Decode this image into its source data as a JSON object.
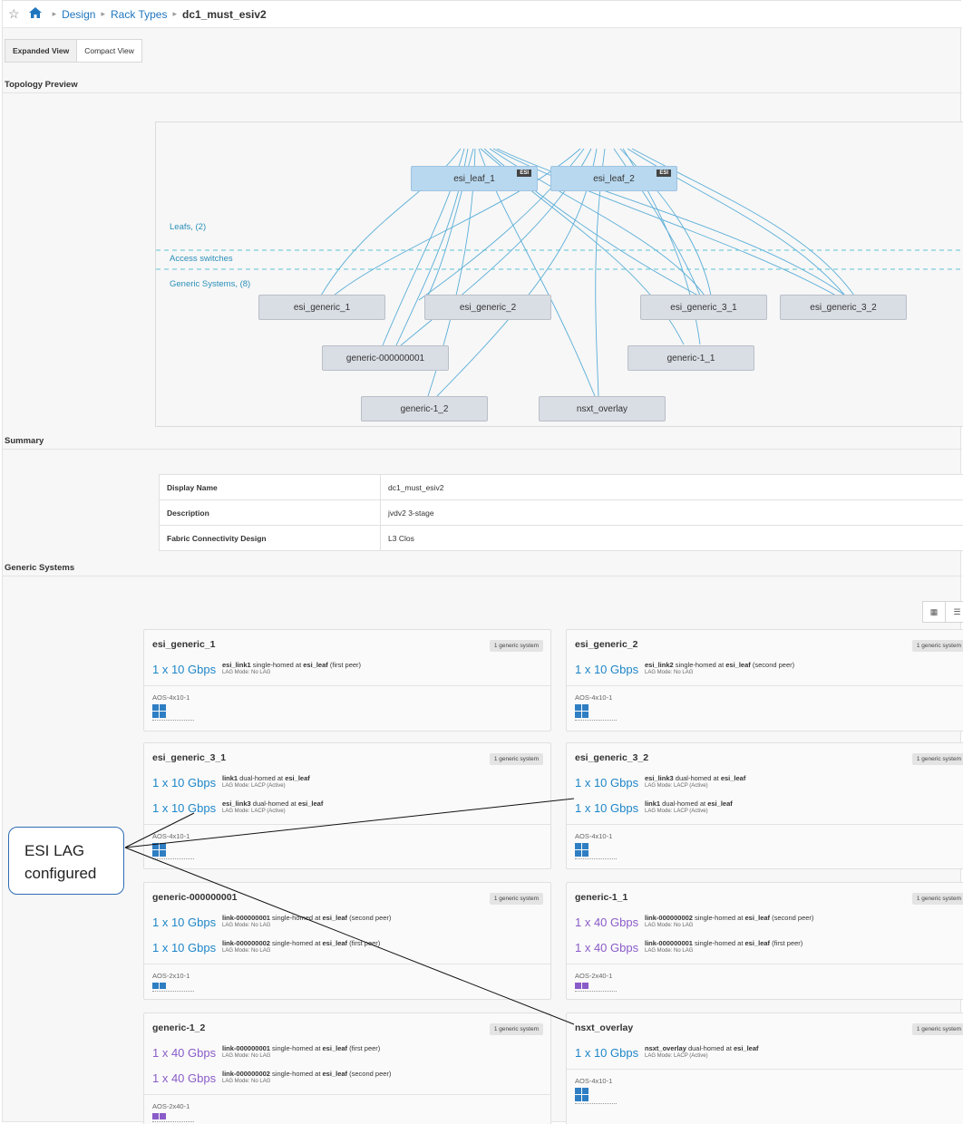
{
  "breadcrumb": {
    "items": [
      "Design",
      "Rack Types"
    ],
    "current": "dc1_must_esiv2"
  },
  "tabs": [
    "Expanded View",
    "Compact View"
  ],
  "sections": {
    "topology": "Topology Preview",
    "summary": "Summary",
    "generic_systems": "Generic Systems"
  },
  "topology": {
    "leafs": [
      {
        "name": "esi_leaf_1",
        "badge": "ESI"
      },
      {
        "name": "esi_leaf_2",
        "badge": "ESI"
      }
    ],
    "labels": {
      "leafs": "Leafs, (2)",
      "access": "Access switches",
      "generic": "Generic Systems, (8)"
    },
    "generic_nodes": [
      "esi_generic_1",
      "esi_generic_2",
      "esi_generic_3_1",
      "esi_generic_3_2",
      "generic-000000001",
      "generic-1_1",
      "generic-1_2",
      "nsxt_overlay"
    ]
  },
  "summary": [
    {
      "key": "Display Name",
      "value": "dc1_must_esiv2"
    },
    {
      "key": "Description",
      "value": "jvdv2 3-stage"
    },
    {
      "key": "Fabric Connectivity Design",
      "value": "L3 Clos"
    }
  ],
  "view_toggle": {
    "grid_icon": "grid-icon",
    "list_icon": "list-icon"
  },
  "cards": [
    {
      "title": "esi_generic_1",
      "badge": "1 generic system",
      "links": [
        {
          "speed": "1 x 10 Gbps",
          "kind": "10",
          "name": "esi_link1",
          "mid": " single-homed at ",
          "target": "esi_leaf",
          "tail": " (first peer)",
          "lag": "LAG Mode: No LAG"
        }
      ],
      "ports": "AOS-4x10-1",
      "port_color": "blue"
    },
    {
      "title": "esi_generic_2",
      "badge": "1 generic system",
      "links": [
        {
          "speed": "1 x 10 Gbps",
          "kind": "10",
          "name": "esi_link2",
          "mid": " single-homed at ",
          "target": "esi_leaf",
          "tail": " (second peer)",
          "lag": "LAG Mode: No LAG"
        }
      ],
      "ports": "AOS-4x10-1",
      "port_color": "blue"
    },
    {
      "title": "esi_generic_3_1",
      "badge": "1 generic system",
      "links": [
        {
          "speed": "1 x 10 Gbps",
          "kind": "10",
          "name": "link1",
          "mid": " dual-homed at ",
          "target": "esi_leaf",
          "tail": "",
          "lag": "LAG Mode: LACP (Active)"
        },
        {
          "speed": "1 x 10 Gbps",
          "kind": "10",
          "name": "esi_link3",
          "mid": " dual-homed at ",
          "target": "esi_leaf",
          "tail": "",
          "lag": "LAG Mode: LACP (Active)"
        }
      ],
      "ports": "AOS-4x10-1",
      "port_color": "blue"
    },
    {
      "title": "esi_generic_3_2",
      "badge": "1 generic system",
      "links": [
        {
          "speed": "1 x 10 Gbps",
          "kind": "10",
          "name": "esi_link3",
          "mid": " dual-homed at ",
          "target": "esi_leaf",
          "tail": "",
          "lag": "LAG Mode: LACP (Active)"
        },
        {
          "speed": "1 x 10 Gbps",
          "kind": "10",
          "name": "link1",
          "mid": " dual-homed at ",
          "target": "esi_leaf",
          "tail": "",
          "lag": "LAG Mode: LACP (Active)"
        }
      ],
      "ports": "AOS-4x10-1",
      "port_color": "blue"
    },
    {
      "title": "generic-000000001",
      "badge": "1 generic system",
      "links": [
        {
          "speed": "1 x 10 Gbps",
          "kind": "10",
          "name": "link-000000001",
          "mid": " single-homed at ",
          "target": "esi_leaf",
          "tail": " (second peer)",
          "lag": "LAG Mode: No LAG"
        },
        {
          "speed": "1 x 10 Gbps",
          "kind": "10",
          "name": "link-000000002",
          "mid": " single-homed at ",
          "target": "esi_leaf",
          "tail": " (first peer)",
          "lag": "LAG Mode: No LAG"
        }
      ],
      "ports": "AOS-2x10-1",
      "port_color": "blue"
    },
    {
      "title": "generic-1_1",
      "badge": "1 generic system",
      "links": [
        {
          "speed": "1 x 40 Gbps",
          "kind": "40",
          "name": "link-000000002",
          "mid": " single-homed at ",
          "target": "esi_leaf",
          "tail": " (second peer)",
          "lag": "LAG Mode: No LAG"
        },
        {
          "speed": "1 x 40 Gbps",
          "kind": "40",
          "name": "link-000000001",
          "mid": " single-homed at ",
          "target": "esi_leaf",
          "tail": " (first peer)",
          "lag": "LAG Mode: No LAG"
        }
      ],
      "ports": "AOS-2x40-1",
      "port_color": "purple"
    },
    {
      "title": "generic-1_2",
      "badge": "1 generic system",
      "links": [
        {
          "speed": "1 x 40 Gbps",
          "kind": "40",
          "name": "link-000000001",
          "mid": " single-homed at ",
          "target": "esi_leaf",
          "tail": " (first peer)",
          "lag": "LAG Mode: No LAG"
        },
        {
          "speed": "1 x 40 Gbps",
          "kind": "40",
          "name": "link-000000002",
          "mid": " single-homed at ",
          "target": "esi_leaf",
          "tail": " (second peer)",
          "lag": "LAG Mode: No LAG"
        }
      ],
      "ports": "AOS-2x40-1",
      "port_color": "purple"
    },
    {
      "title": "nsxt_overlay",
      "badge": "1 generic system",
      "links": [
        {
          "speed": "1 x 10 Gbps",
          "kind": "10",
          "name": "nsxt_overlay",
          "mid": " dual-homed at ",
          "target": "esi_leaf",
          "tail": "",
          "lag": "LAG Mode: LACP (Active)"
        }
      ],
      "ports": "AOS-4x10-1",
      "port_color": "blue"
    }
  ],
  "callout": {
    "line1": "ESI LAG",
    "line2": "configured"
  },
  "colors": {
    "link10": "#1f86c8",
    "link40": "#8a5cc9",
    "leaf": "#b8d8ef",
    "accent": "#1f76bf"
  }
}
